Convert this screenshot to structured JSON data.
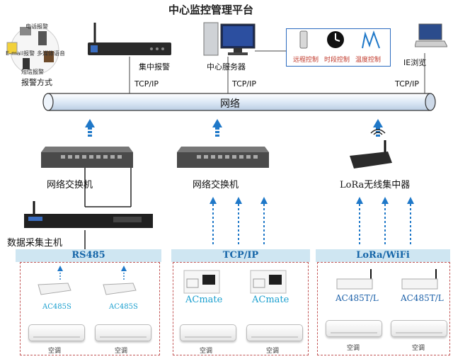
{
  "title": "中心监控管理平台",
  "network_label": "网络",
  "alarm": {
    "label": "报警方式",
    "items": [
      "电话报警",
      "E-mail报警",
      "多媒体语音",
      "短信报警"
    ]
  },
  "top_nodes": {
    "central_alarm": "集中报警",
    "central_server": "中心服务器",
    "ie_browse": "IE浏览"
  },
  "controls": [
    "远程控制",
    "时段控制",
    "温度控制"
  ],
  "protocol_top": [
    "TCP/IP",
    "TCP/IP",
    "TCP/IP"
  ],
  "switches": [
    "网络交换机",
    "网络交换机"
  ],
  "lora_concentrator": "LoRa无线集中器",
  "data_host": "数据采集主机",
  "banners": [
    "RS485",
    "TCP/IP",
    "LoRa/WiFi"
  ],
  "devices": {
    "ac485s": [
      "AC485S",
      "AC485S"
    ],
    "acmate": [
      "ACmate",
      "ACmate"
    ],
    "ac485tl": [
      "AC485T/L",
      "AC485T/L"
    ]
  },
  "aircon_label": "空调",
  "colors": {
    "arrow": "#1f78c8",
    "dashed": "#c25555",
    "banner": "#cfe6f2",
    "bus": "#dbe7f6"
  }
}
